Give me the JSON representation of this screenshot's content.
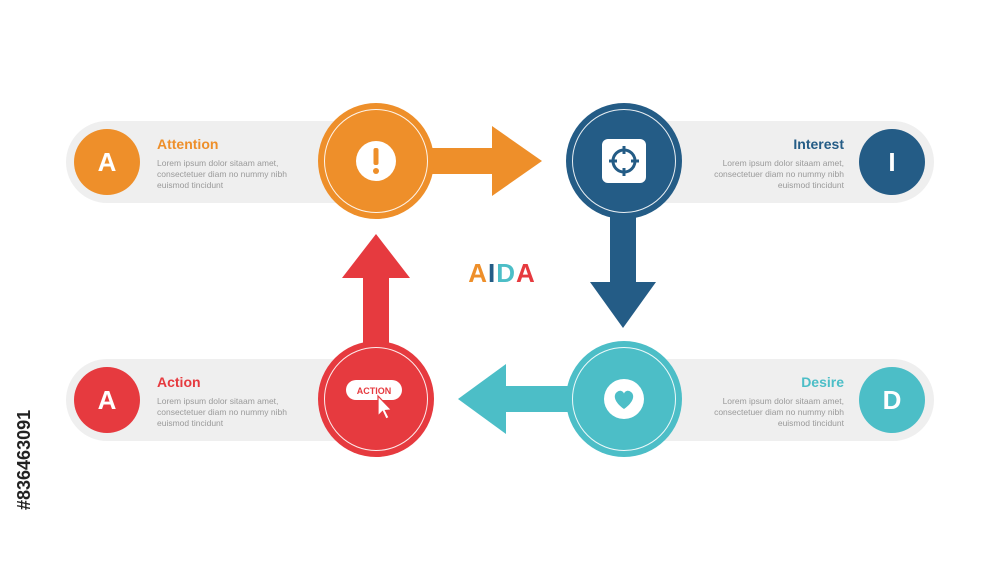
{
  "colors": {
    "attention": "#ee8f2a",
    "interest": "#245c86",
    "desire": "#4cbec7",
    "action": "#e63a3f",
    "pill": "#efefef",
    "desc": "#9a9a9a"
  },
  "title": {
    "letters": [
      "A",
      "I",
      "D",
      "A"
    ]
  },
  "steps": {
    "attention": {
      "letter": "A",
      "title": "Attention",
      "desc": "Lorem ipsum dolor sitaam amet, consectetuer diam no nummy nibh euismod tincidunt",
      "icon": "exclamation-icon"
    },
    "interest": {
      "letter": "I",
      "title": "Interest",
      "desc": "Lorem ipsum dolor sitaam amet, consectetuer diam no nummy nibh euismod tincidunt",
      "icon": "crosshair-target-icon"
    },
    "desire": {
      "letter": "D",
      "title": "Desire",
      "desc": "Lorem ipsum dolor sitaam amet, consectetuer diam no nummy nibh euismod tincidunt",
      "icon": "heart-icon"
    },
    "action": {
      "letter": "A",
      "title": "Action",
      "desc": "Lorem ipsum dolor sitaam amet, consectetuer diam no nummy nibh euismod tincidunt",
      "icon": "action-button-cursor-icon",
      "icon_label": "ACTION"
    }
  },
  "stock_id": "#836463091"
}
